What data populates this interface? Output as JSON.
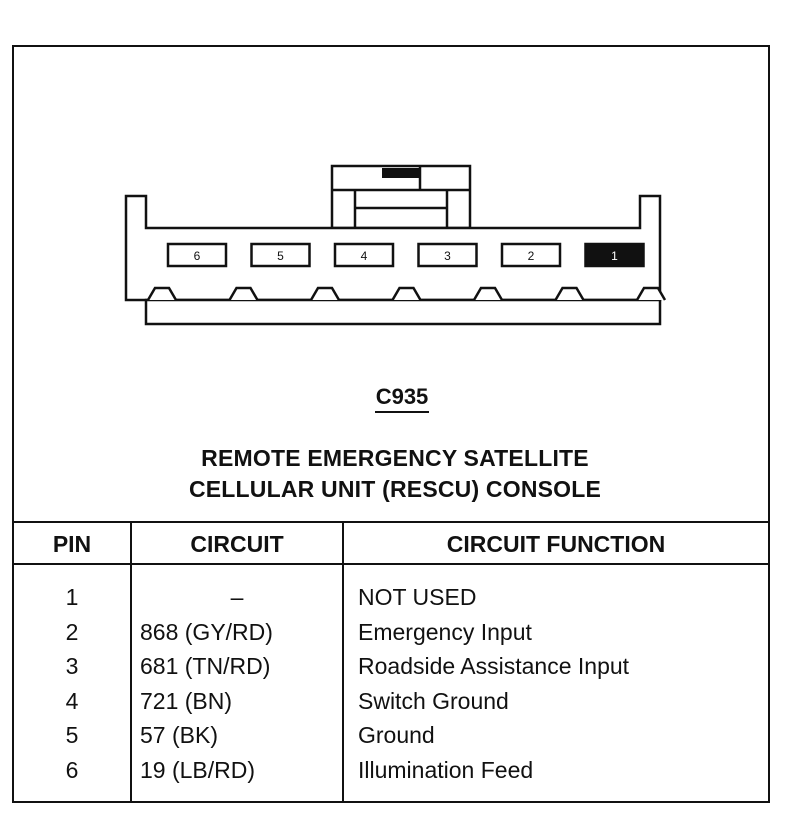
{
  "connector": {
    "id": "C935",
    "pins": [
      {
        "number": "6",
        "active": false
      },
      {
        "number": "5",
        "active": false
      },
      {
        "number": "4",
        "active": false
      },
      {
        "number": "3",
        "active": false
      },
      {
        "number": "2",
        "active": false
      },
      {
        "number": "1",
        "active": true
      }
    ]
  },
  "title": {
    "line1": "REMOTE EMERGENCY SATELLITE",
    "line2": "CELLULAR UNIT (RESCU) CONSOLE"
  },
  "table": {
    "headers": {
      "pin": "PIN",
      "circuit": "CIRCUIT",
      "function": "CIRCUIT FUNCTION"
    },
    "rows": [
      {
        "pin": "1",
        "circuit": "–",
        "function": "NOT USED"
      },
      {
        "pin": "2",
        "circuit": "868 (GY/RD)",
        "function": "Emergency Input"
      },
      {
        "pin": "3",
        "circuit": "681 (TN/RD)",
        "function": "Roadside Assistance Input"
      },
      {
        "pin": "4",
        "circuit": "721 (BN)",
        "function": "Switch Ground"
      },
      {
        "pin": "5",
        "circuit": "57 (BK)",
        "function": "Ground"
      },
      {
        "pin": "6",
        "circuit": "19 (LB/RD)",
        "function": "Illumination Feed"
      }
    ]
  },
  "colors": {
    "ink": "#111111",
    "paper": "#ffffff"
  }
}
